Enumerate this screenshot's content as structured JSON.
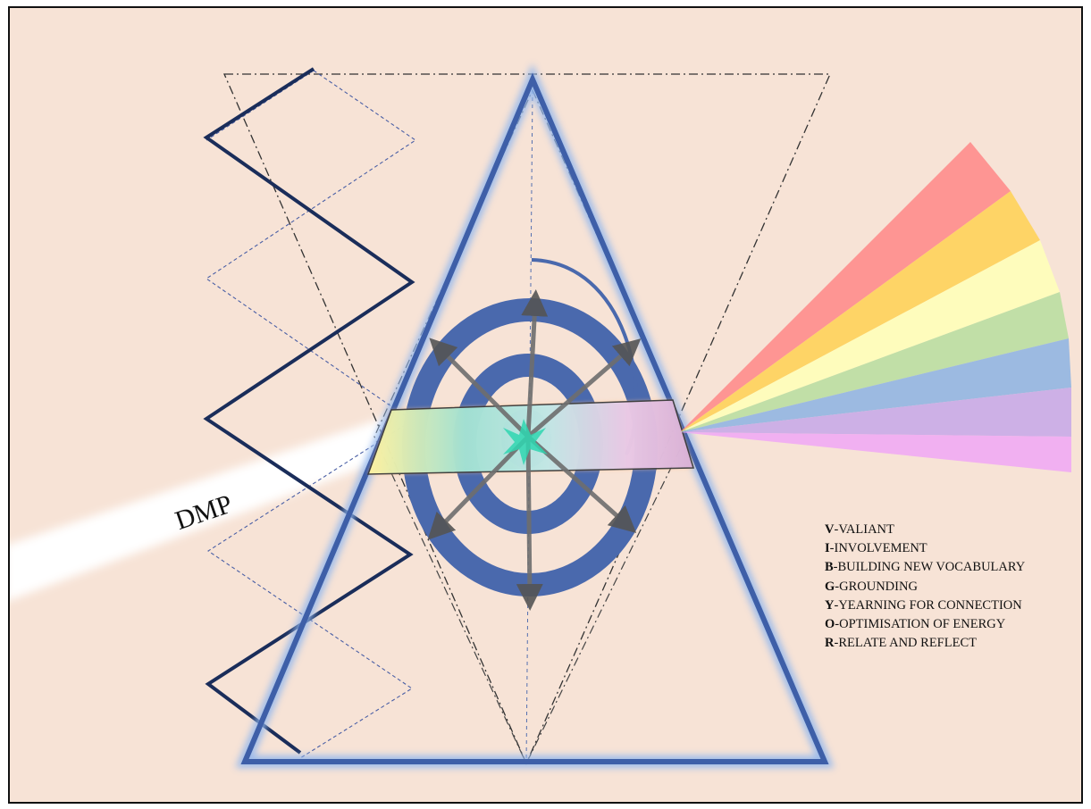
{
  "diagram": {
    "beam_label": "DMP",
    "spectrum_colors": [
      "#ff8a8a",
      "#ffd257",
      "#ffffb8",
      "#b9dea0",
      "#8fb4e3",
      "#c7a8e8",
      "#f0a8f5"
    ],
    "accent_color": "#3e5fa8",
    "outline_color": "#1a2d5a",
    "background_color": "#f7e3d6",
    "legend": [
      {
        "letter": "V",
        "text": "-VALIANT"
      },
      {
        "letter": "I",
        "text": "-INVOLVEMENT"
      },
      {
        "letter": "B",
        "text": "-BUILDING NEW VOCABULARY"
      },
      {
        "letter": "G",
        "text": "-GROUNDING"
      },
      {
        "letter": "Y",
        "text": "-YEARNING FOR CONNECTION"
      },
      {
        "letter": "O",
        "text": "-OPTIMISATION OF ENERGY"
      },
      {
        "letter": "R",
        "text": "-RELATE AND REFLECT"
      }
    ]
  }
}
